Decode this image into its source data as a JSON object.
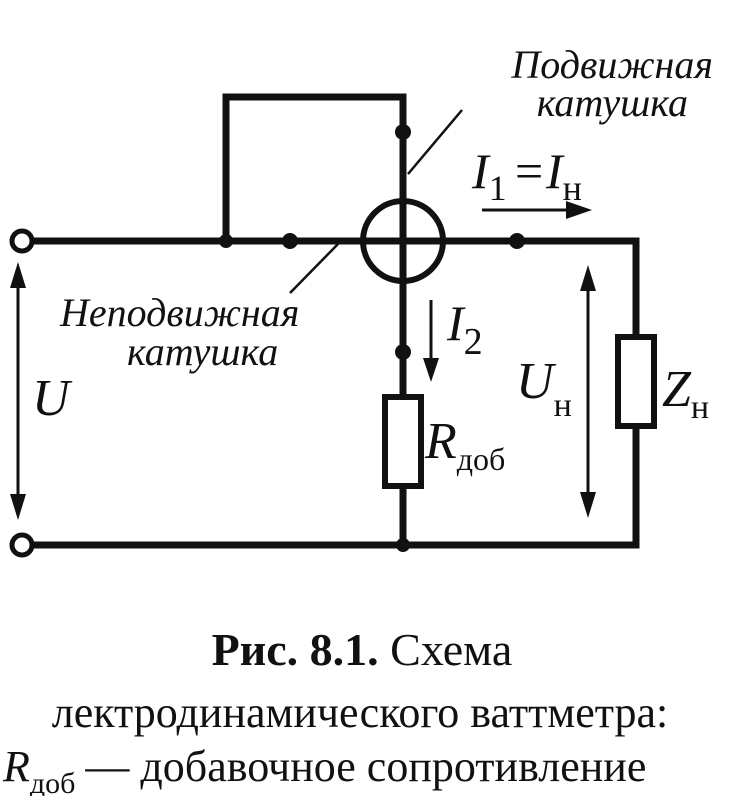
{
  "labels": {
    "moving_coil_line1": "Подвижная",
    "moving_coil_line2": "катушка",
    "fixed_coil_line1": "Неподвижная",
    "fixed_coil_line2": "катушка"
  },
  "symbols": {
    "i1": {
      "base": "I",
      "sub": "1"
    },
    "equals": "=",
    "in": {
      "base": "I",
      "sub": "н"
    },
    "i2": {
      "base": "I",
      "sub": "2"
    },
    "u": "U",
    "un": {
      "base": "U",
      "sub": "н"
    },
    "zn": {
      "base": "Z",
      "sub": "н"
    },
    "rdob": {
      "base": "R",
      "sub": "доб"
    }
  },
  "caption": {
    "figure_label": "Рис. 8.1.",
    "line1_rest": "Схема",
    "line2": "лектродинамического ваттметра:",
    "line3_symbol": "R",
    "line3_sub": "доб",
    "line3_rest": "— добавочное сопротивление"
  }
}
